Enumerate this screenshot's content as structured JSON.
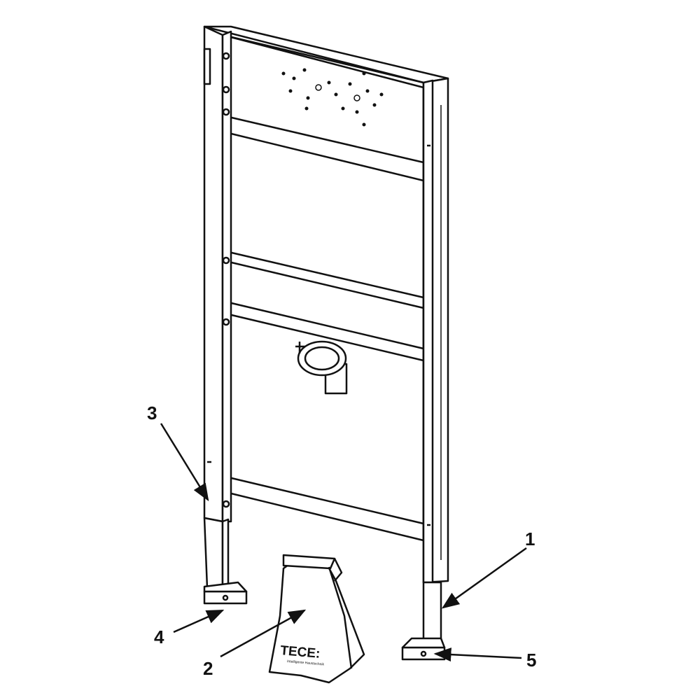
{
  "callouts": {
    "c1": "1",
    "c2": "2",
    "c3": "3",
    "c4": "4",
    "c5": "5"
  },
  "bag": {
    "brand": "TECE:",
    "tagline": "Intelligente Haustechnik"
  },
  "colors": {
    "line": "#111111",
    "background": "#ffffff"
  }
}
